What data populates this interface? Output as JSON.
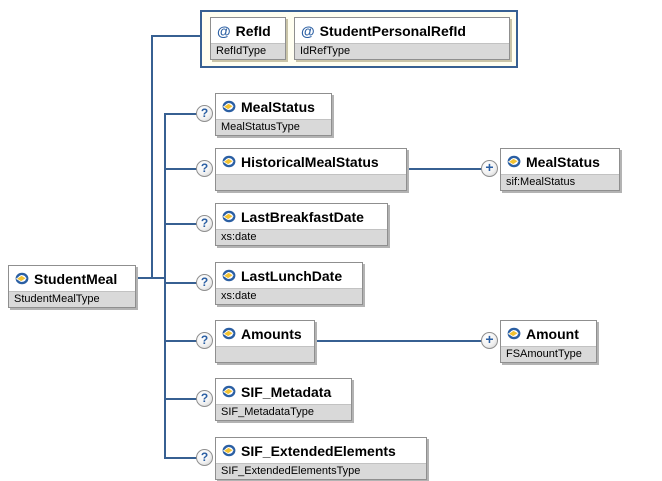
{
  "diagram": {
    "root": {
      "name": "StudentMeal",
      "type": "StudentMealType"
    },
    "attributes": [
      {
        "name": "RefId",
        "type": "RefIdType"
      },
      {
        "name": "StudentPersonalRefId",
        "type": "IdRefType"
      }
    ],
    "elements": [
      {
        "name": "MealStatus",
        "type": "MealStatusType"
      },
      {
        "name": "HistoricalMealStatus",
        "type": "",
        "child": {
          "name": "MealStatus",
          "type": "sif:MealStatus"
        }
      },
      {
        "name": "LastBreakfastDate",
        "type": "xs:date"
      },
      {
        "name": "LastLunchDate",
        "type": "xs:date"
      },
      {
        "name": "Amounts",
        "type": "",
        "child": {
          "name": "Amount",
          "type": "FSAmountType"
        }
      },
      {
        "name": "SIF_Metadata",
        "type": "SIF_MetadataType"
      },
      {
        "name": "SIF_ExtendedElements",
        "type": "SIF_ExtendedElementsType"
      }
    ],
    "glyphs": {
      "optional": "?",
      "expand": "+",
      "attribute": "@"
    },
    "colors": {
      "connector": "#376092",
      "type_band": "#d9d9d9",
      "attr_group_fill": "#fffef0",
      "icon_blue": "#2b5fa3",
      "icon_yellow": "#f2c231"
    }
  }
}
